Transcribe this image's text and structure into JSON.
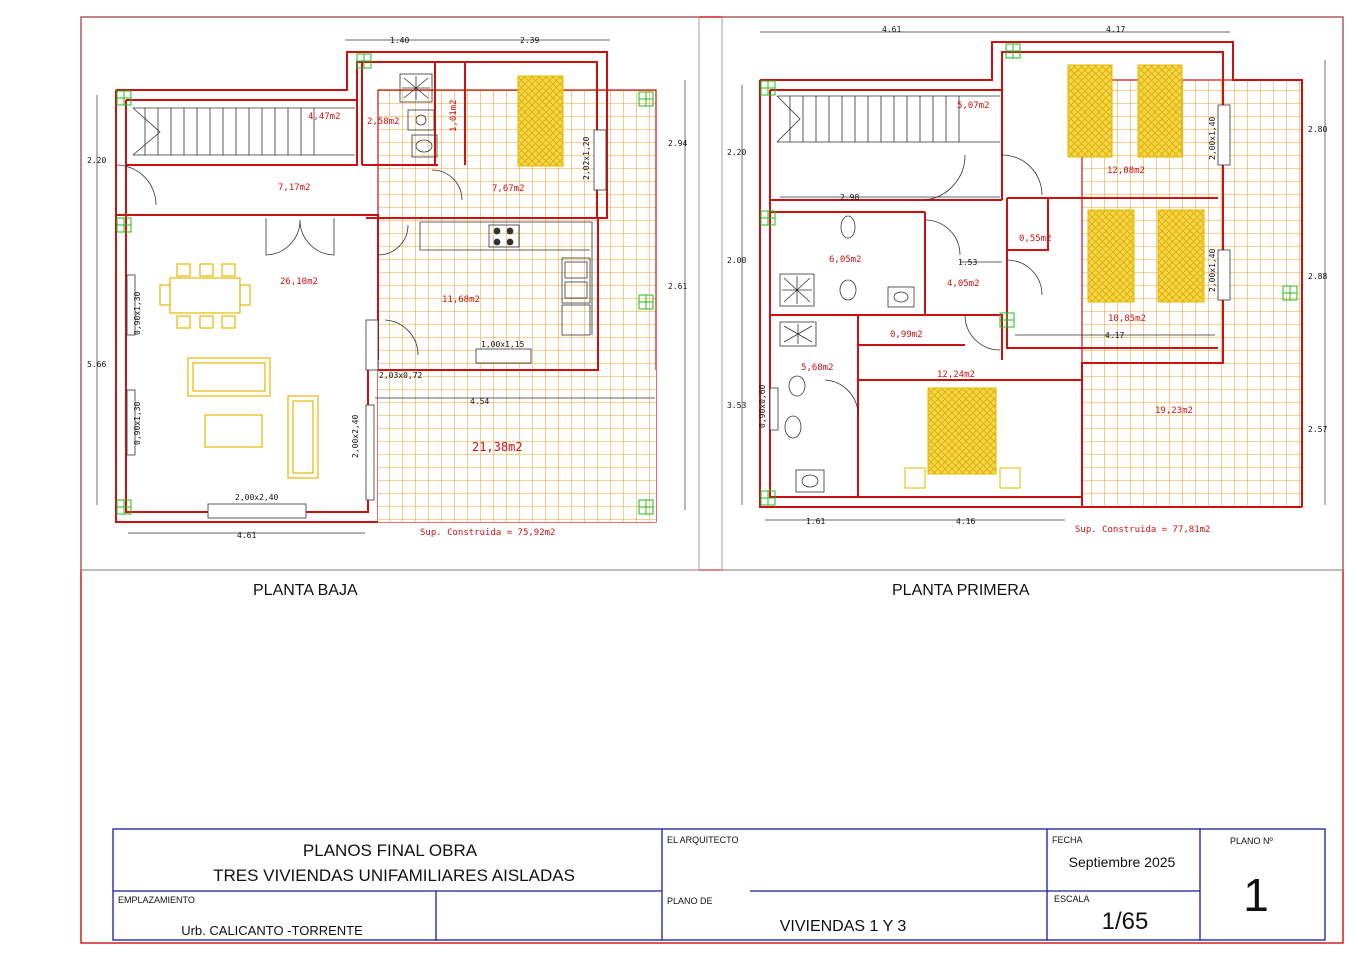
{
  "sheet_titles": {
    "ground": "PLANTA BAJA",
    "first": "PLANTA PRIMERA"
  },
  "ground": {
    "rooms": {
      "stairs": "4,47m2",
      "bath": "2,58m2",
      "storage": "1,01m2",
      "bedroom": "7,67m2",
      "hall": "7,17m2",
      "living": "26,10m2",
      "kitchen": "11,68m2",
      "terrace": "21,38m2"
    },
    "windows": {
      "w1": "0,90x1,30",
      "w2": "0,90x1,30",
      "w3": "2,00x2,40",
      "w4": "2,02x1,20",
      "w5": "1,00x1,15",
      "w6": "2,03x0,72",
      "w7": "2,00x2,40"
    },
    "dims": {
      "top1": "1.40",
      "top2": "2.39",
      "left1": "2.20",
      "left2": "5.66",
      "right1": "2.94",
      "right2": "2.61",
      "inner": "4.54",
      "bottom": "4.61"
    },
    "surface": "Sup. Construida = 75,92m2"
  },
  "first": {
    "rooms": {
      "stairs": "5,07m2",
      "bed1": "12,08m2",
      "bath1": "6,05m2",
      "hall": "4,05m2",
      "closet": "0,55m2",
      "bed2": "10,85m2",
      "storage": "0,99m2",
      "bath2": "5,68m2",
      "master": "12,24m2",
      "terrace": "19,23m2"
    },
    "windows": {
      "w1": "2,00x1,40",
      "w2": "2,00x1,40",
      "w3": "0,90x0,60"
    },
    "dims": {
      "top1": "4.61",
      "top2": "4.17",
      "left1": "2.20",
      "left2": "2.00",
      "left3": "3.53",
      "right1": "2.80",
      "right2": "2.88",
      "right3": "2.57",
      "stair": "2.98",
      "hall": "1.53",
      "bed": "4.17",
      "bottom1": "1.61",
      "bottom2": "4.16"
    },
    "surface": "Sup. Construida = 77,81m2"
  },
  "cartouche": {
    "title1": "PLANOS FINAL OBRA",
    "title2": "TRES VIVIENDAS UNIFAMILIARES AISLADAS",
    "arquitecto_label": "EL ARQUITECTO",
    "fecha_label": "FECHA",
    "fecha": "Septiembre 2025",
    "plano_n_label": "PLANO Nº",
    "plano_n": "1",
    "emplazamiento_label": "EMPLAZAMIENTO",
    "emplazamiento": "Urb. CALICANTO -TORRENTE",
    "plano_de_label": "PLANO DE",
    "plano_de": "VIVIENDAS 1 Y 3",
    "escala_label": "ESCALA",
    "escala": "1/65"
  },
  "colors": {
    "wall": "#cc1111",
    "furniture": "#e6b800",
    "terrace": "#f0a030",
    "frame_blue": "#1a1aa0",
    "marker": "#22bb22"
  }
}
